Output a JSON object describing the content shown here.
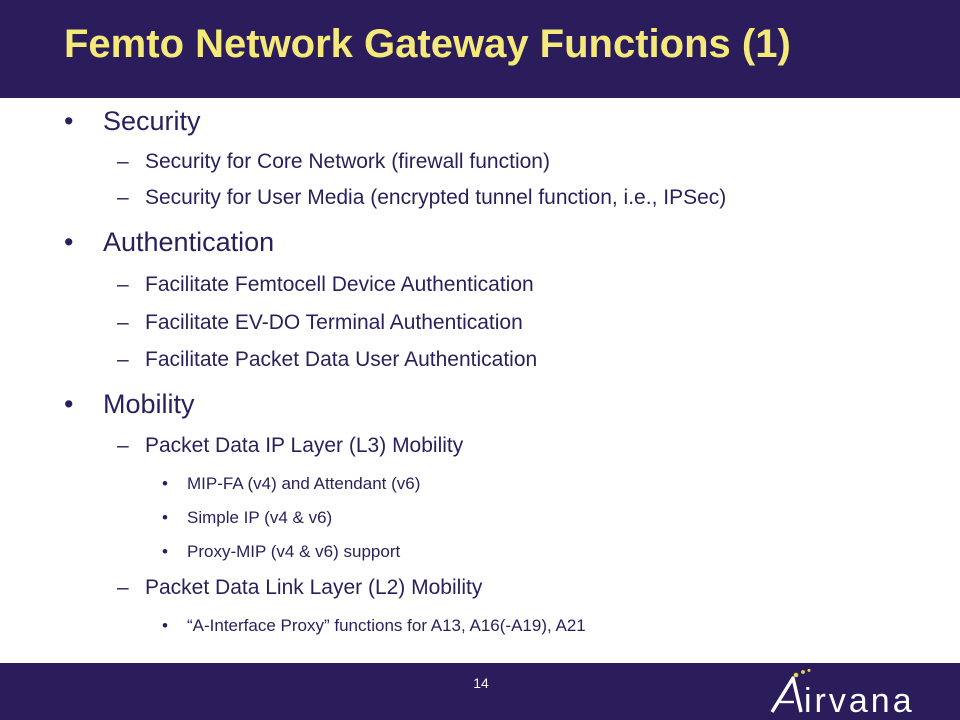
{
  "slide": {
    "title": "Femto Network Gateway Functions (1)",
    "page_number": "14"
  },
  "bullets": [
    {
      "text": "Security",
      "children": [
        {
          "text": "Security for Core Network (firewall function)"
        },
        {
          "text": "Security for User Media (encrypted tunnel function, i.e., IPSec)"
        }
      ]
    },
    {
      "text": "Authentication",
      "children": [
        {
          "text": "Facilitate Femtocell Device Authentication"
        },
        {
          "text": "Facilitate EV-DO Terminal Authentication"
        },
        {
          "text": "Facilitate Packet Data User Authentication"
        }
      ]
    },
    {
      "text": "Mobility",
      "children": [
        {
          "text": "Packet Data IP Layer (L3) Mobility",
          "children": [
            {
              "text": "MIP-FA (v4) and Attendant (v6)"
            },
            {
              "text": "Simple IP (v4 & v6)"
            },
            {
              "text": "Proxy-MIP (v4 & v6) support"
            }
          ]
        },
        {
          "text": "Packet Data Link Layer (L2) Mobility",
          "children": [
            {
              "text": "“A-Interface Proxy” functions for A13, A16(-A19), A21"
            }
          ]
        }
      ]
    }
  ],
  "markers": {
    "level1": "•",
    "level2": "–",
    "level3": "•"
  },
  "logo": {
    "text": "irvana",
    "icon": "airvana-a-logo-icon"
  },
  "colors": {
    "bar": "#2b1d5c",
    "title": "#f5e97a",
    "body_text": "#2a1f5c",
    "logo_dots": "#e8d84a"
  }
}
